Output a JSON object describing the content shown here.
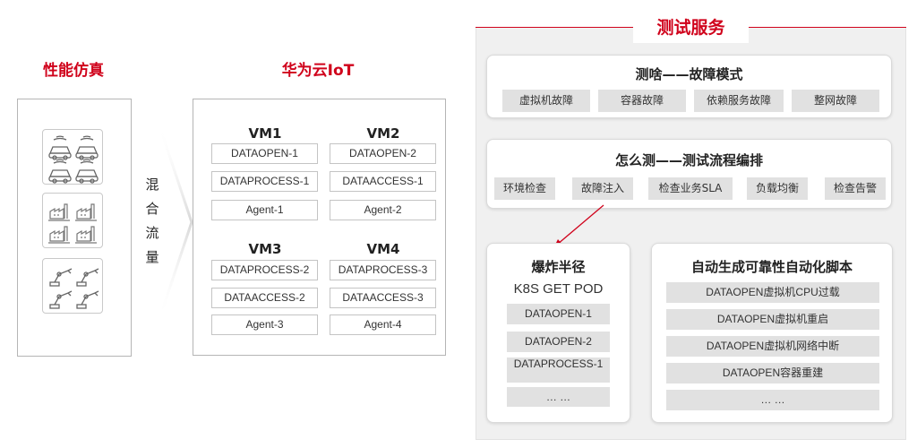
{
  "left": {
    "title": "性能仿真",
    "mix_label": [
      "混",
      "合",
      "流",
      "量"
    ],
    "icon_groups": [
      "car-icon",
      "factory-icon",
      "robot-arm-icon"
    ]
  },
  "middle": {
    "title": "华为云IoT",
    "vms": [
      {
        "name": "VM1",
        "items": [
          "DATAOPEN-1",
          "DATAPROCESS-1",
          "Agent-1"
        ]
      },
      {
        "name": "VM2",
        "items": [
          "DATAOPEN-2",
          "DATAACCESS-1",
          "Agent-2"
        ]
      },
      {
        "name": "VM3",
        "items": [
          "DATAPROCESS-2",
          "DATAACCESS-2",
          "Agent-3"
        ]
      },
      {
        "name": "VM4",
        "items": [
          "DATAPROCESS-3",
          "DATAACCESS-3",
          "Agent-4"
        ]
      }
    ]
  },
  "right": {
    "title": "测试服务",
    "fault_mode": {
      "title": "测啥——故障模式",
      "items": [
        "虚拟机故障",
        "容器故障",
        "依赖服务故障",
        "整网故障"
      ]
    },
    "flow": {
      "title": "怎么测——测试流程编排",
      "items": [
        "环境检查",
        "故障注入",
        "检查业务SLA",
        "负载均衡",
        "检查告警"
      ]
    },
    "blast": {
      "title": "爆炸半径",
      "subtitle": "K8S GET POD",
      "items": [
        "DATAOPEN-1",
        "DATAOPEN-2",
        "DATAPROCESS-1",
        "… …"
      ]
    },
    "scripts": {
      "title": "自动生成可靠性自动化脚本",
      "items": [
        "DATAOPEN虚拟机CPU过载",
        "DATAOPEN虚拟机重启",
        "DATAOPEN虚拟机网络中断",
        "DATAOPEN容器重建",
        "… …"
      ]
    }
  },
  "colors": {
    "accent": "#d0021b",
    "chip": "#e1e1e1",
    "panel": "#f0f0f0"
  }
}
